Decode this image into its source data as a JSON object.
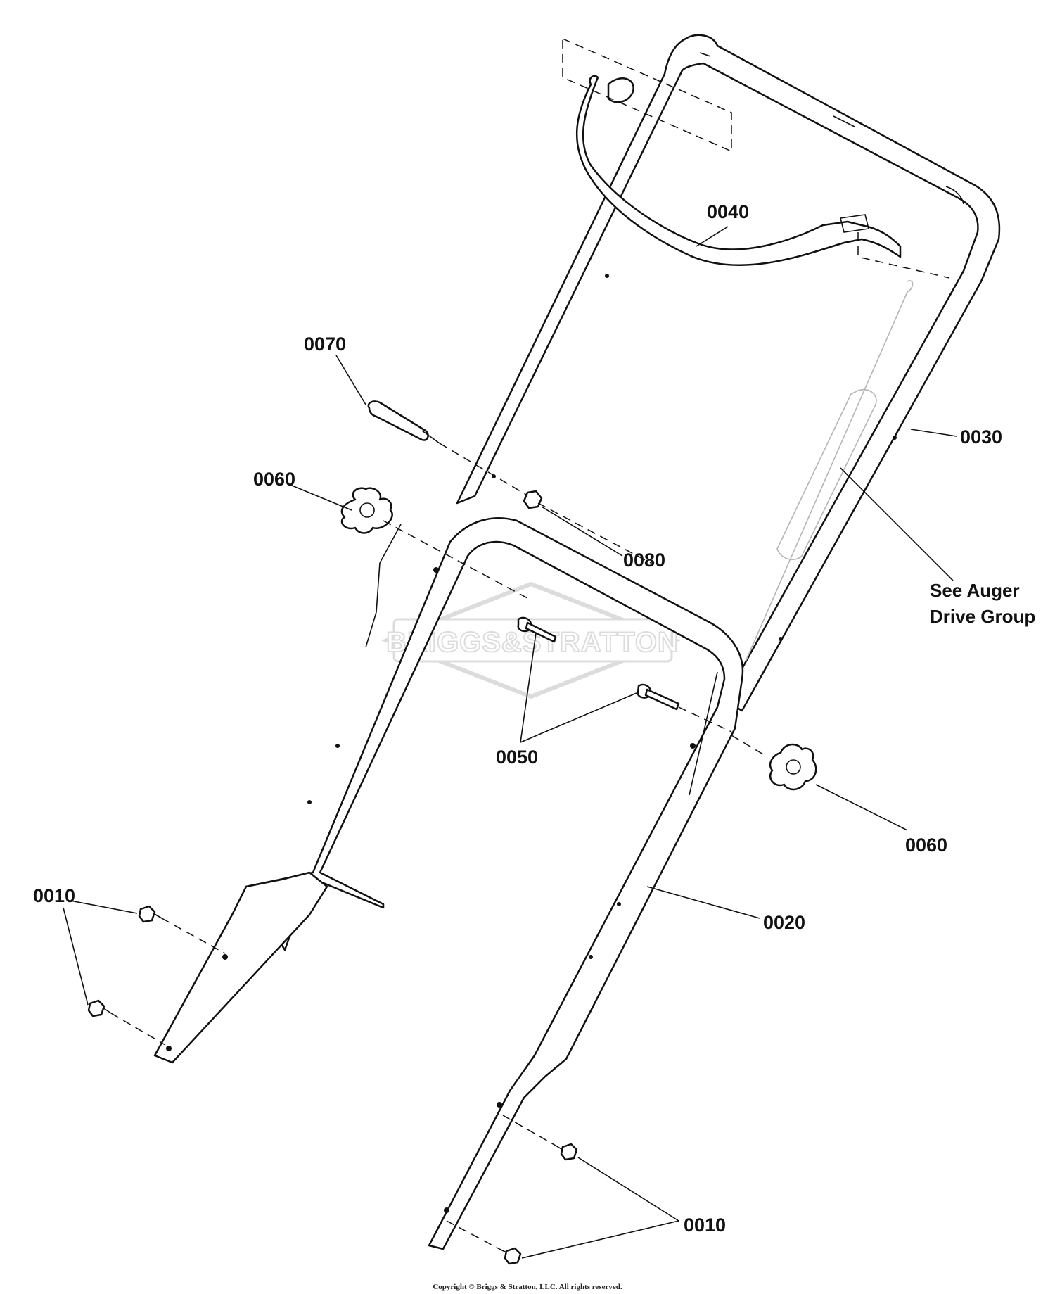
{
  "diagram": {
    "callouts": {
      "c0010_left": "0010",
      "c0010_right": "0010",
      "c0020": "0020",
      "c0030": "0030",
      "c0040": "0040",
      "c0050": "0050",
      "c0060_left": "0060",
      "c0060_right": "0060",
      "c0070": "0070",
      "c0080": "0080"
    },
    "note_line1": "See Auger",
    "note_line2": "Drive Group",
    "watermark": "BRIGGS&STRATTON",
    "copyright": "Copyright © Briggs & Stratton, LLC. All rights reserved."
  },
  "colors": {
    "line": "#111111",
    "background": "#ffffff",
    "watermark": "#d9d9d9"
  }
}
